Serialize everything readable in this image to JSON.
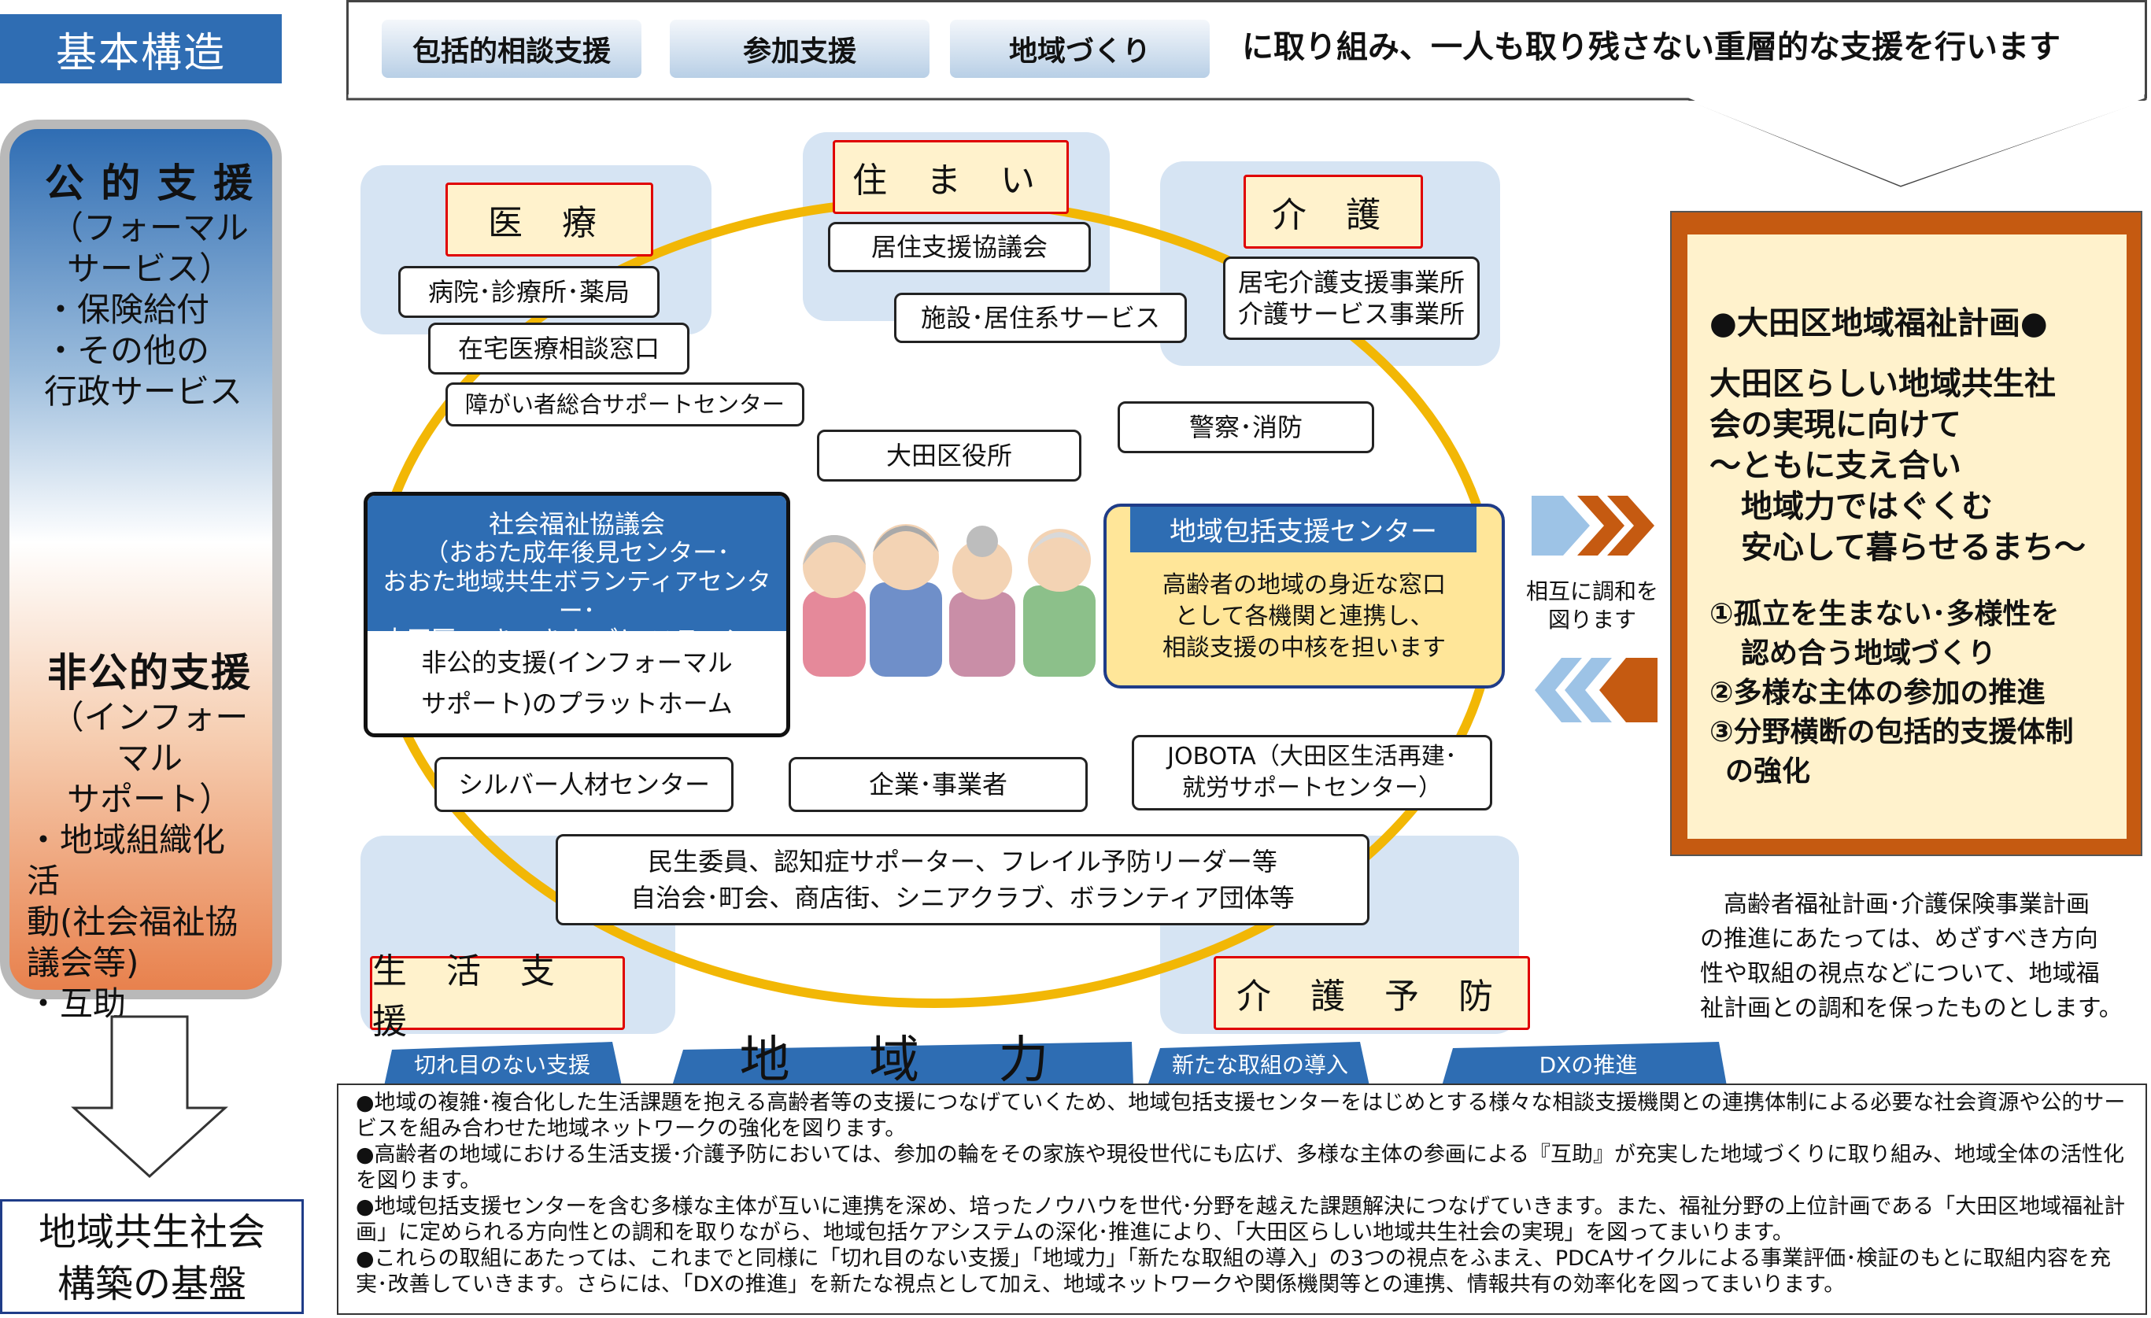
{
  "left": {
    "tag": "基本構造",
    "formal_title": "公 的 支 援",
    "formal_sub1": "（フォーマル",
    "formal_sub2": "サービス）",
    "formal_items": [
      "・保険給付",
      "・その他の",
      "行政サービス"
    ],
    "informal_title": "非公的支援",
    "informal_sub1": "（インフォーマル",
    "informal_sub2": "サポート）",
    "informal_items": [
      "・地域組織化活",
      "動(社会福祉協",
      "議会等)",
      "・互助"
    ],
    "base_line1": "地域共生社会",
    "base_line2": "構築の基盤"
  },
  "banner": {
    "pills": [
      "包括的相談支援",
      "参加支援",
      "地域づくり"
    ],
    "text": "に取り組み、一人も取り残さない重層的な支援を行います"
  },
  "categories": {
    "iryo": "医 療",
    "sumai": "住 ま い",
    "kaigo": "介 護",
    "seikatsu": "生 活 支 援",
    "yobou": "介 護 予 防"
  },
  "boxes": {
    "hospital": "病院･診療所･薬局",
    "zaitaku": "在宅医療相談窓口",
    "shogai": "障がい者総合サポートセンター",
    "kyojuu": "居住支援協議会",
    "shisetsu": "施設･居住系サービス",
    "kyotaku1": "居宅介護支援事業所",
    "kyotaku2": "介護サービス事業所",
    "keisatsu": "警察･消防",
    "kuyakusho": "大田区役所",
    "silver": "シルバー人材センター",
    "kigyo": "企業･事業者",
    "jobota1": "JOBOTA（大田区生活再建･",
    "jobota2": "就労サポートセンター）",
    "minsei1": "民生委員、認知症サポーター、フレイル予防リーダー等",
    "minsei2": "自治会･町会、商店街、シニアクラブ、ボランティア団体等"
  },
  "shakyo": {
    "title": "社会福祉協議会",
    "l1": "（おおた成年後見センター･",
    "l2": "おおた地域共生ボランティアセンター･",
    "l3": "大田区 いきいき しごと ステーション）",
    "b1": "非公的支援(インフォーマル",
    "b2": "サポート)のプラットホーム"
  },
  "houkatsu": {
    "title": "地域包括支援センター",
    "l1": "高齢者の地域の身近な窓口",
    "l2": "として各機関と連携し、",
    "l3": "相談支援の中核を担います"
  },
  "mutual": {
    "l1": "相互に調和を",
    "l2": "図ります"
  },
  "plan": {
    "title": "●大田区地域福祉計画●",
    "vision": [
      "大田区らしい地域共生社",
      "会の実現に向けて",
      "～ともに支え合い",
      "地域力ではぐくむ",
      "安心して暮らせるまち～"
    ],
    "goals": [
      "①孤立を生まない･多様性を",
      "認め合う地域づくり",
      "②多様な主体の参加の推進",
      "③分野横断の包括的支援体制",
      "の強化"
    ],
    "note": [
      "　高齢者福祉計画･介護保険事業計画",
      "の推進にあたっては、めざすべき方向",
      "性や取組の視点などについて、地域福",
      "祉計画との調和を保ったものとします。"
    ]
  },
  "perspectives": {
    "p1": "切れ目のない支援",
    "p2": "地 域 力",
    "p3": "新たな取組の導入",
    "p4": "DXの推進"
  },
  "bottom": [
    "●地域の複雑･複合化した生活課題を抱える高齢者等の支援につなげていくため、地域包括支援センターをはじめとする様々な相談支援機関との連携体制による必要な社会資源や公的サービスを組み合わせた地域ネットワークの強化を図ります。",
    "●高齢者の地域における生活支援･介護予防においては、参加の輪をその家族や現役世代にも広げ、多様な主体の参画による『互助』が充実した地域づくりに取り組み、地域全体の活性化を図ります。",
    "●地域包括支援センターを含む多様な主体が互いに連携を深め、培ったノウハウを世代･分野を越えた課題解決につなげていきます。また、福祉分野の上位計画である「大田区地域福祉計画」に定められる方向性との調和を取りながら、地域包括ケアシステムの深化･推進により、「大田区らしい地域共生社会の実現」を図ってまいります。",
    "●これらの取組にあたっては、これまでと同様に「切れ目のない支援」「地域力」「新たな取組の導入」の3つの視点をふまえ、PDCAサイクルによる事業評価･検証のもとに取組内容を充実･改善していきます。さらには、「DXの推進」を新たな視点として加え、地域ネットワークや関係機関等との連携、情報共有の効率化を図ってまいります。"
  ],
  "colors": {
    "accent_blue": "#2f6db3",
    "category_fill": "#fff2cc",
    "category_border": "#e00000",
    "ring": "#f2b705",
    "plan_frame": "#c55a11"
  }
}
